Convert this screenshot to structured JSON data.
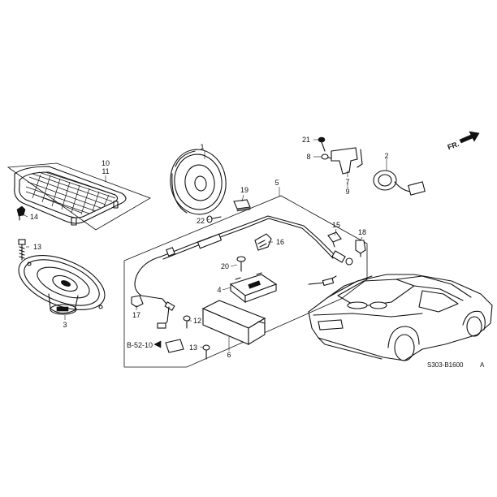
{
  "diagram": {
    "callouts": {
      "c1": "1",
      "c2": "2",
      "c3": "3",
      "c4": "4",
      "c5": "5",
      "c6": "6",
      "c7": "7",
      "c8": "8",
      "c9": "9",
      "c10": "10",
      "c11": "11",
      "c12": "12",
      "c13": "13",
      "c14": "14",
      "c15": "15",
      "c16": "16",
      "c17": "17",
      "c18": "18",
      "c19": "19",
      "c20": "20",
      "c21": "21",
      "c22": "22"
    },
    "ref_callout": "B-52-10",
    "front_label": "FR.",
    "diagram_code": "S303-B1600",
    "diagram_suffix": "A"
  }
}
